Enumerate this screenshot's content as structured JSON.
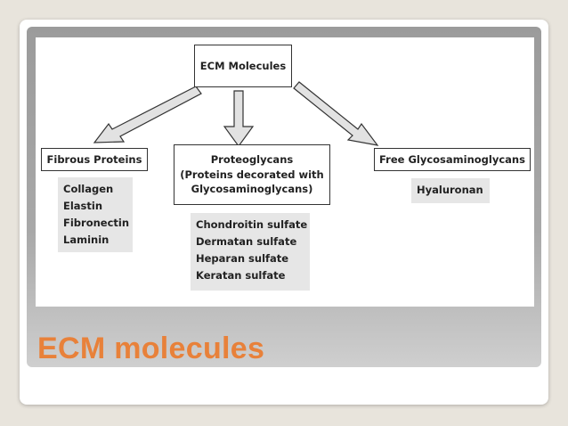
{
  "slide": {
    "title": "ECM molecules"
  },
  "diagram": {
    "root": "ECM Molecules",
    "categories": [
      {
        "label": "Fibrous Proteins",
        "items": [
          "Collagen",
          "Elastin",
          "Fibronectin",
          "Laminin"
        ]
      },
      {
        "label_lines": [
          "Proteoglycans",
          "(Proteins decorated with",
          "Glycosaminoglycans)"
        ],
        "items": [
          "Chondroitin sulfate",
          "Dermatan sulfate",
          "Heparan sulfate",
          "Keratan sulfate"
        ]
      },
      {
        "label": "Free Glycosaminoglycans",
        "items": [
          "Hyaluronan"
        ]
      }
    ]
  },
  "colors": {
    "title": "#e8813a",
    "arrow_fill": "#e2e2e2",
    "list_bg": "#e6e6e6"
  }
}
